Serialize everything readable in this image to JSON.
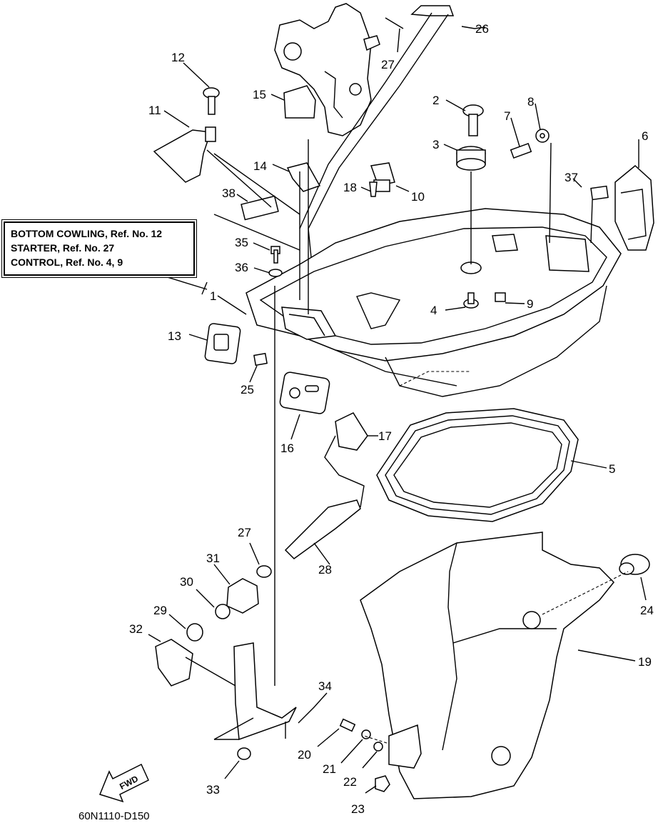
{
  "reference_box": {
    "lines": [
      "BOTTOM COWLING, Ref. No. 12",
      "STARTER,  Ref. No. 27",
      "CONTROL, Ref. No. 4, 9"
    ]
  },
  "diagram_id": "60N1110-D150",
  "fwd_label": "FWD",
  "callouts": [
    "1",
    "2",
    "3",
    "4",
    "5",
    "6",
    "7",
    "8",
    "9",
    "10",
    "11",
    "12",
    "13",
    "14",
    "15",
    "16",
    "17",
    "18",
    "19",
    "20",
    "21",
    "22",
    "23",
    "24",
    "25",
    "26",
    "27",
    "27",
    "28",
    "29",
    "30",
    "31",
    "32",
    "33",
    "34",
    "35",
    "36",
    "37",
    "38"
  ]
}
